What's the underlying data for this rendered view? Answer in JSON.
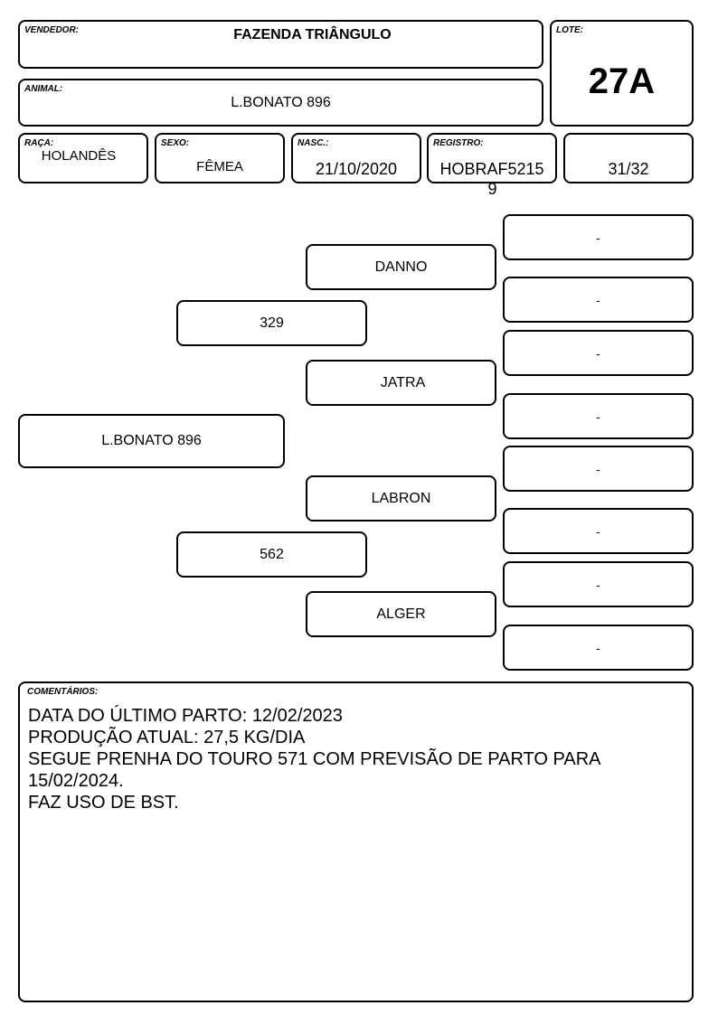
{
  "header": {
    "vendor_label": "VENDEDOR:",
    "vendor": "FAZENDA TRIÂNGULO",
    "lot_label": "LOTE:",
    "lot": "27A",
    "animal_label": "ANIMAL:",
    "animal": "L.BONATO 896"
  },
  "info": {
    "breed_label": "RAÇA:",
    "breed": "HOLANDÊS",
    "sex_label": "SEXO:",
    "sex": "FÊMEA",
    "birth_label": "NASC.:",
    "birth": "21/10/2020",
    "registry_label": "REGISTRO:",
    "registry_line1": "HOBRAF5215",
    "registry_line2": "9",
    "fraction": "31/32"
  },
  "pedigree": {
    "animal": "L.BONATO 896",
    "sire": "329",
    "dam": "562",
    "paternal_grandsire": "DANNO",
    "paternal_granddam": "JATRA",
    "maternal_grandsire": "LABRON",
    "maternal_granddam": "ALGER",
    "great_grandparents": [
      "-",
      "-",
      "-",
      "-",
      "-",
      "-",
      "-",
      "-"
    ]
  },
  "comments": {
    "label": "COMENTÁRIOS:",
    "lines": [
      "DATA DO ÚLTIMO PARTO: 12/02/2023",
      "PRODUÇÃO ATUAL: 27,5 KG/DIA",
      "SEGUE PRENHA DO TOURO 571 COM PREVISÃO DE PARTO PARA",
      "15/02/2024.",
      "FAZ USO DE BST."
    ]
  }
}
